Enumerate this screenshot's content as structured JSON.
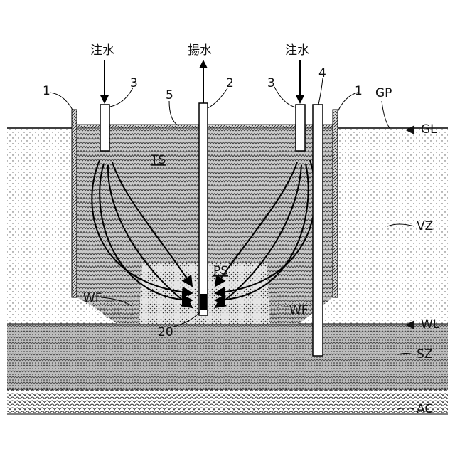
{
  "labels": {
    "inject_left": "注水",
    "pump": "揚水",
    "inject_right": "注水",
    "ref_1_left": "1",
    "ref_3_left": "3",
    "ref_5": "5",
    "ref_2": "2",
    "ref_3_right": "3",
    "ref_4": "4",
    "ref_1_right": "1",
    "ref_20": "20",
    "gp": "GP",
    "gl": "GL",
    "ts": "TS",
    "vz": "VZ",
    "ps": "PS",
    "wf_left": "WF",
    "wf_right": "WF",
    "wl": "WL",
    "sz": "SZ",
    "ac": "AC"
  },
  "markers": {
    "gl_marker": "◀",
    "wl_marker": "◀"
  }
}
